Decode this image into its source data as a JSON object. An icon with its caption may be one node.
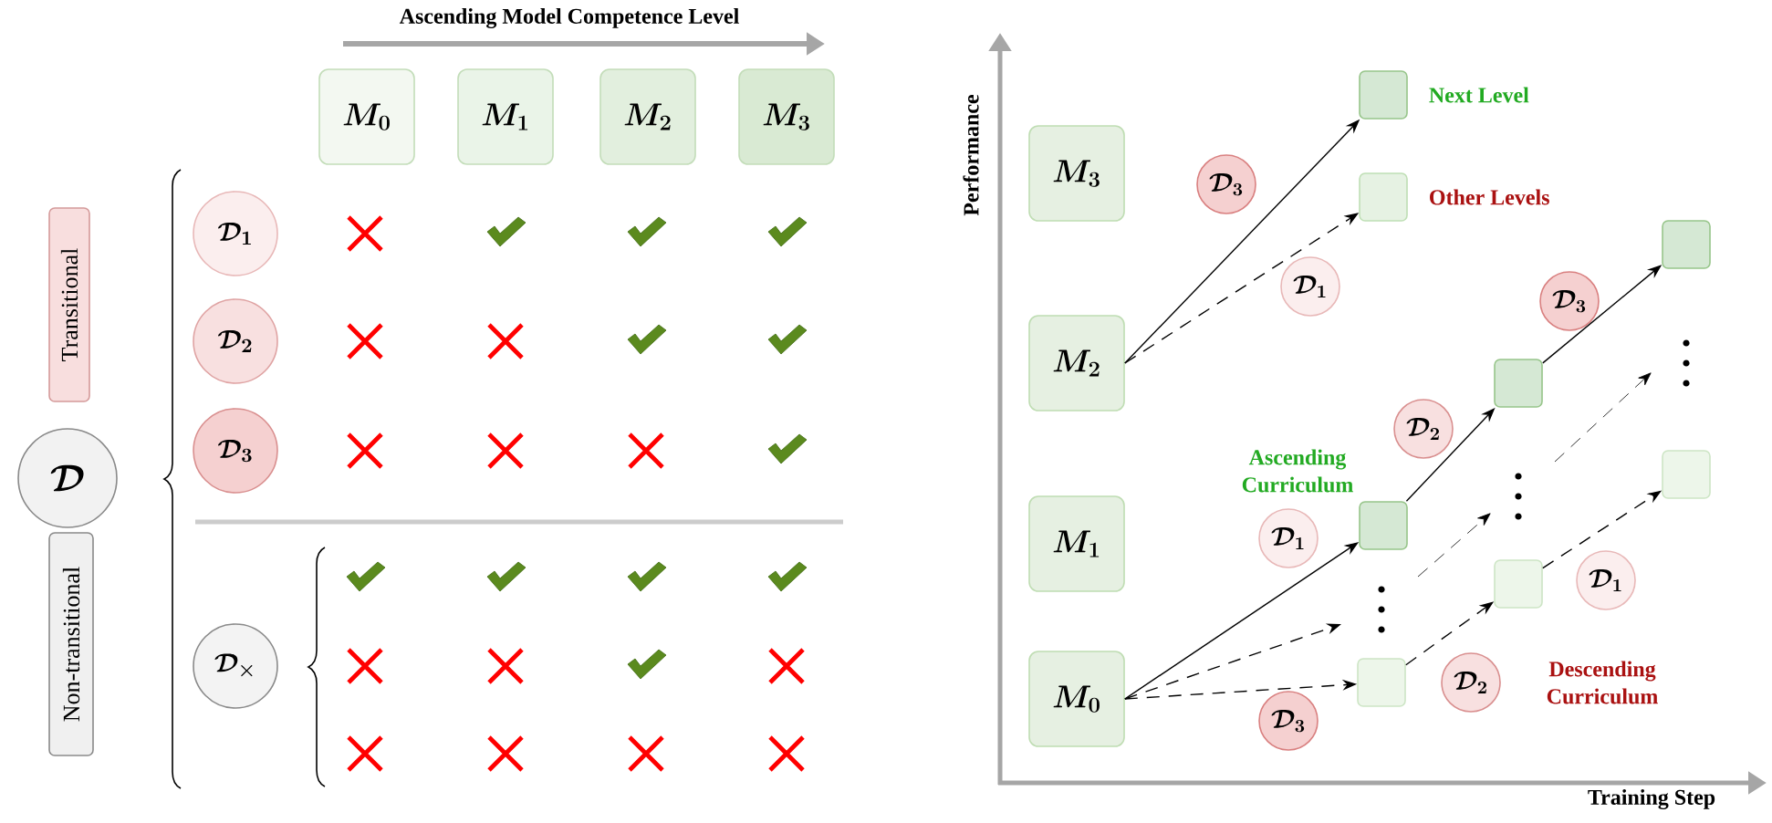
{
  "diagram": {
    "nodes": [
      {
        "text": [
          "M_0"
        ]
      },
      {
        "text": [
          "M_1"
        ]
      },
      {
        "text": [
          "M_2"
        ]
      },
      {
        "text": [
          "M_3"
        ]
      },
      {
        "text": [
          "Transitional"
        ]
      },
      {
        "text": [
          "\\mathcal{D}"
        ]
      },
      {
        "text": [
          "Non-transitional"
        ]
      },
      {
        "text": [
          "\\mathcal{D}_1"
        ]
      },
      {
        "text": [
          "\\mathcal{D}_2"
        ]
      },
      {
        "text": [
          "\\mathcal{D}_3"
        ]
      },
      {
        "text": [
          "\\mathcal{D}_\\times"
        ]
      },
      {
        "text": [],
        "shape": "cross"
      },
      {
        "text": [],
        "shape": "check"
      },
      {
        "text": [],
        "shape": "check"
      },
      {
        "text": [],
        "shape": "check"
      },
      {
        "text": [],
        "shape": "cross"
      },
      {
        "text": [],
        "shape": "cross"
      },
      {
        "text": [],
        "shape": "check"
      },
      {
        "text": [],
        "shape": "check"
      },
      {
        "text": [],
        "shape": "cross"
      },
      {
        "text": [],
        "shape": "cross"
      },
      {
        "text": [],
        "shape": "cross"
      },
      {
        "text": [],
        "shape": "check"
      },
      {
        "text": [],
        "shape": "check"
      },
      {
        "text": [],
        "shape": "check"
      },
      {
        "text": [],
        "shape": "check"
      },
      {
        "text": [],
        "shape": "check"
      },
      {
        "text": [],
        "shape": "cross"
      },
      {
        "text": [],
        "shape": "cross"
      },
      {
        "text": [],
        "shape": "check"
      },
      {
        "text": [],
        "shape": "cross"
      },
      {
        "text": [],
        "shape": "cross"
      },
      {
        "text": [],
        "shape": "cross"
      },
      {
        "text": [],
        "shape": "cross"
      },
      {
        "text": [],
        "shape": "cross"
      },
      {
        "text": [
          "M_3"
        ]
      },
      {
        "text": [
          "M_2"
        ]
      },
      {
        "text": [
          "M_1"
        ]
      },
      {
        "text": [
          "M_0"
        ]
      },
      {
        "text": [],
        "shape": "box",
        "beside": [
          "Next Level"
        ]
      },
      {
        "text": [],
        "shape": "box",
        "beside": [
          "Other Levels"
        ]
      },
      {
        "text": [
          "\\mathcal{D}_3"
        ]
      },
      {
        "text": [
          "\\mathcal{D}_1"
        ]
      },
      {
        "text": [],
        "shape": "box"
      },
      {
        "text": [
          "\\mathcal{D}_3"
        ]
      },
      {
        "text": [],
        "shape": "box"
      },
      {
        "text": [
          "\\mathcal{D}_2"
        ]
      },
      {
        "text": [],
        "shape": "box"
      },
      {
        "text": [
          "\\mathcal{D}_1"
        ]
      },
      {
        "text": [],
        "shape": "box"
      },
      {
        "text": [],
        "shape": "box"
      },
      {
        "text": [
          "\\mathcal{D}_1"
        ]
      },
      {
        "text": [
          "\\mathcal{D}_2"
        ]
      },
      {
        "text": [],
        "shape": "box"
      },
      {
        "text": [
          "\\mathcal{D}_3"
        ]
      }
    ],
    "edges": [
      {
        "from": 36,
        "to": 39,
        "arrow": "to"
      },
      {
        "from": 36,
        "to": 40,
        "arrow": "to",
        "style": "dashed"
      },
      {
        "from": 38,
        "to": 47,
        "arrow": "to"
      },
      {
        "from": 47,
        "to": 45,
        "arrow": "to"
      },
      {
        "from": 45,
        "to": 43,
        "arrow": "to"
      },
      {
        "from": 38,
        "to": null,
        "arrow": "to",
        "style": "dashed"
      },
      {
        "from": 38,
        "to": 53,
        "arrow": "to",
        "style": "dashed"
      },
      {
        "from": 53,
        "to": 50,
        "arrow": "to",
        "style": "dashed"
      },
      {
        "from": 50,
        "to": 49,
        "arrow": "to",
        "style": "dashed"
      }
    ],
    "labels": [
      "Ascending Model Competence Level",
      "Performance",
      "Training Step",
      "Ascending Curriculum",
      "Descending Curriculum"
    ]
  }
}
